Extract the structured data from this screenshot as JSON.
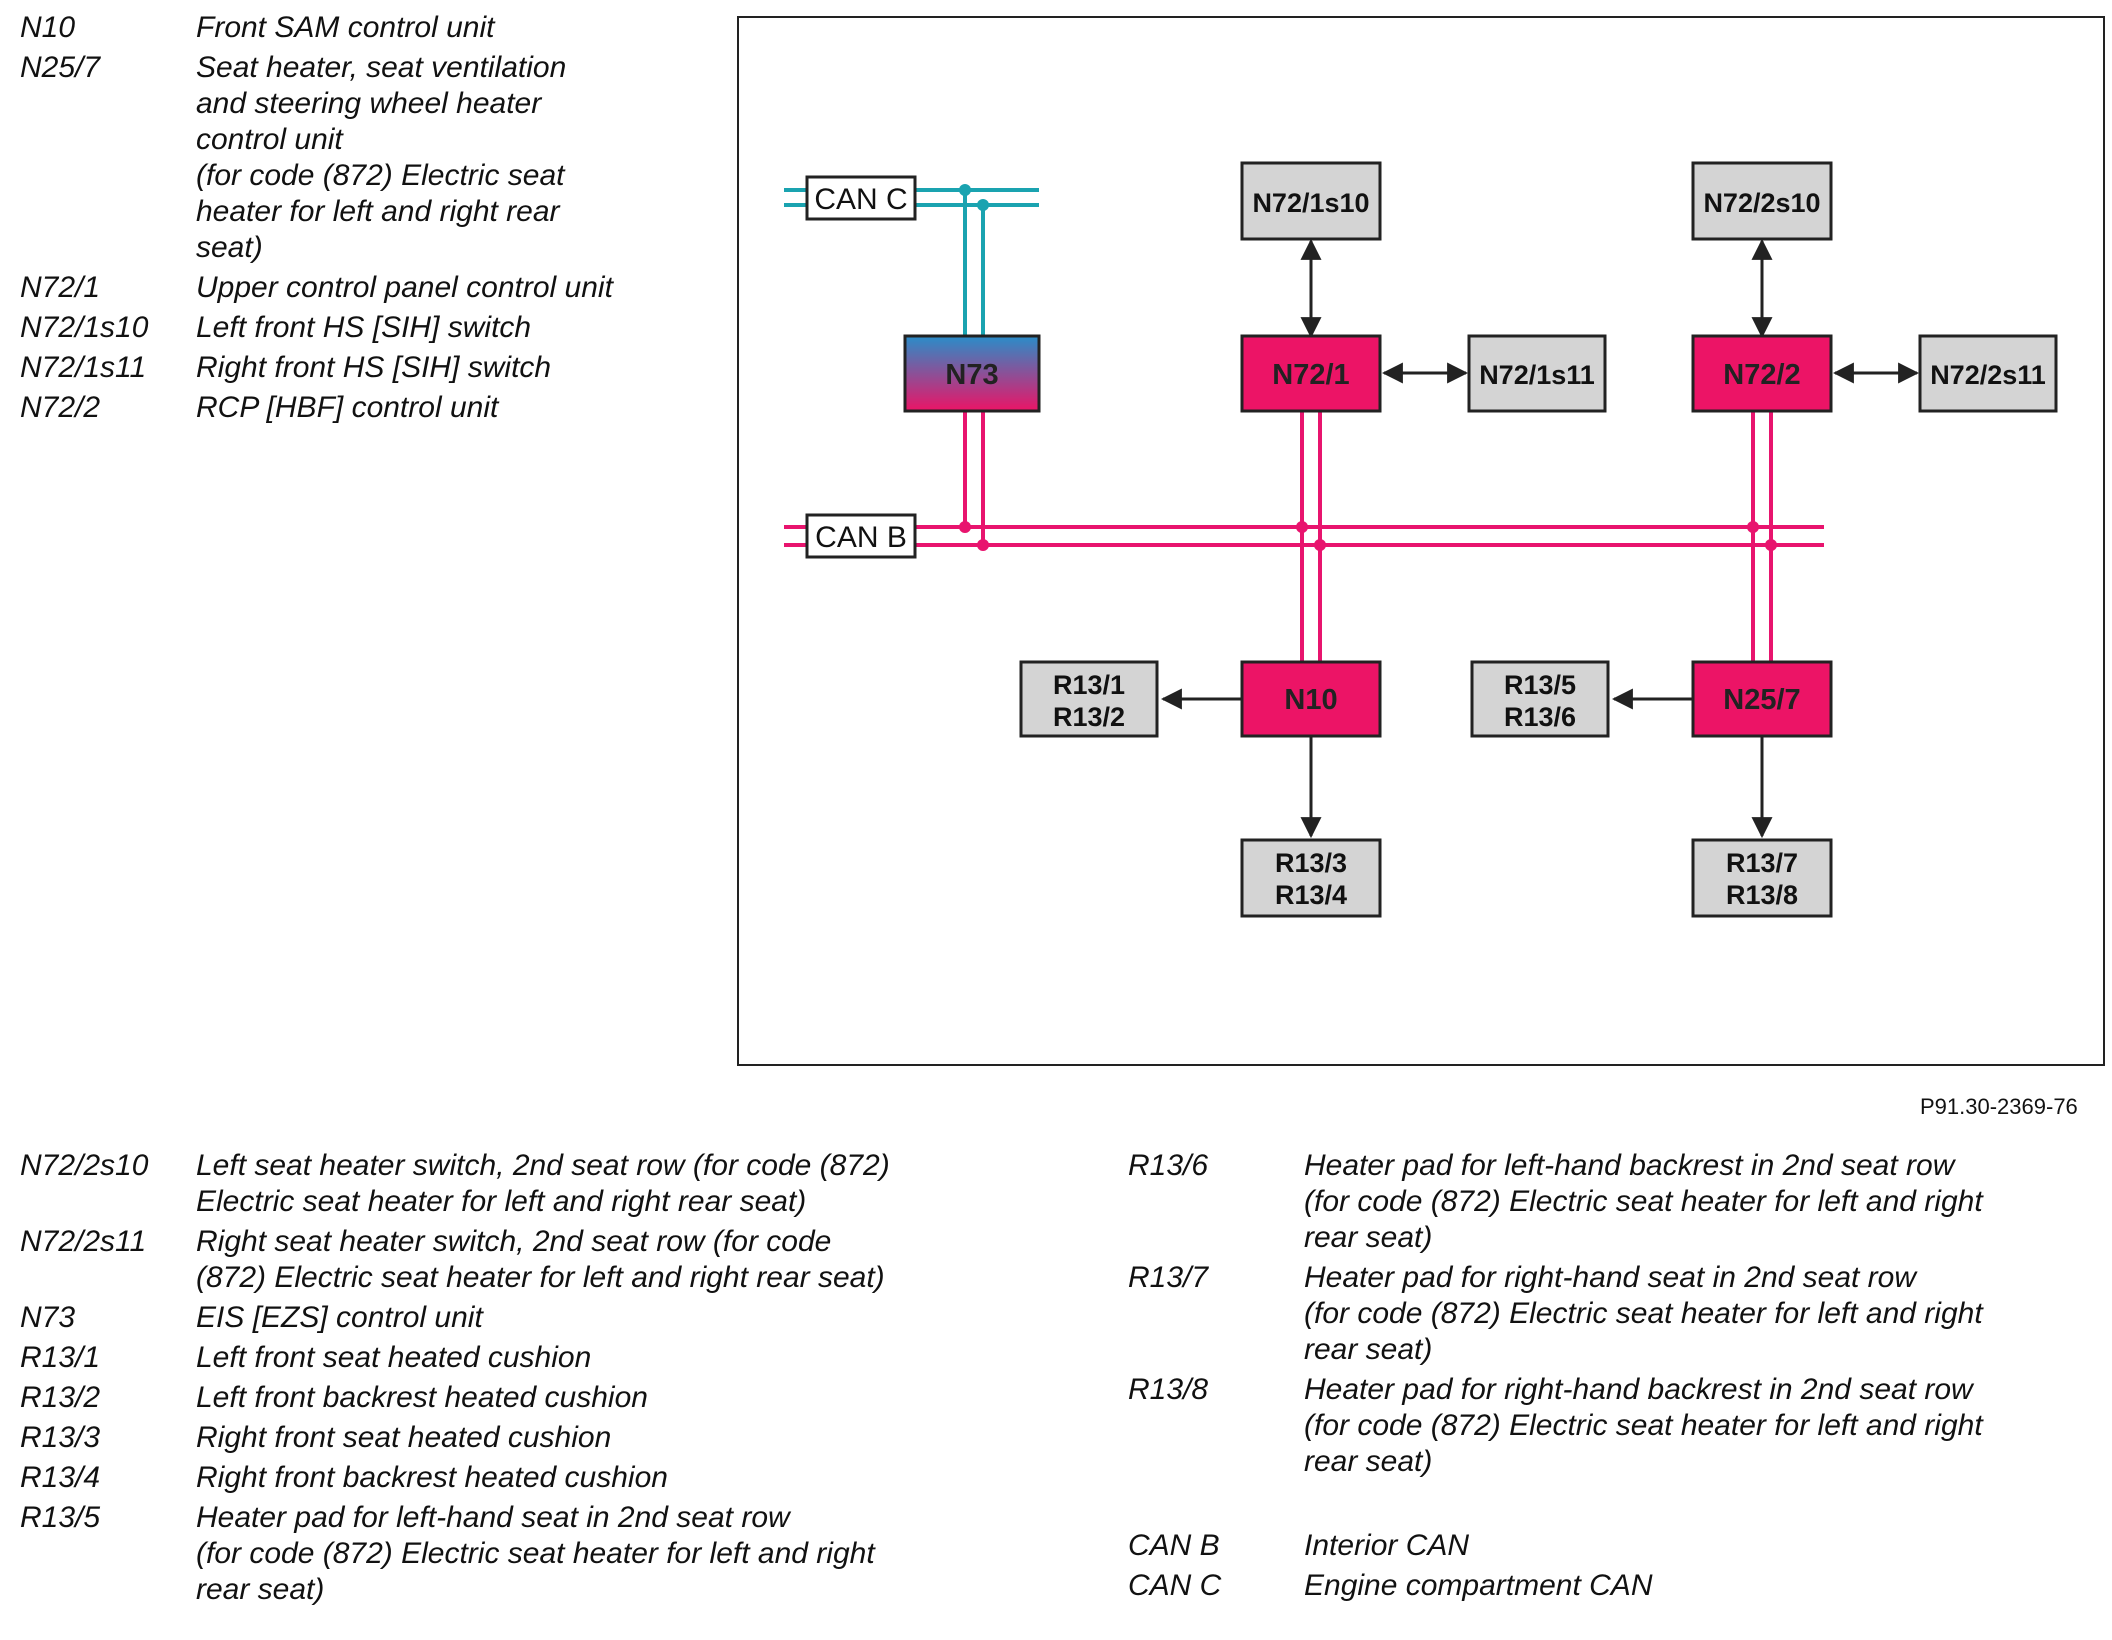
{
  "legend_top": [
    {
      "code": "N10",
      "lines": [
        "Front SAM control unit"
      ]
    },
    {
      "code": "N25/7",
      "lines": [
        "Seat heater, seat ventilation",
        "and steering wheel heater",
        "control unit",
        "(for code (872) Electric seat",
        "heater for left and right rear",
        "seat)"
      ]
    },
    {
      "code": "N72/1",
      "lines": [
        "Upper control panel control unit"
      ]
    },
    {
      "code": "N72/1s10",
      "lines": [
        "Left front HS [SIH] switch"
      ]
    },
    {
      "code": "N72/1s11",
      "lines": [
        "Right front HS [SIH] switch"
      ]
    },
    {
      "code": "N72/2",
      "lines": [
        "RCP [HBF] control unit"
      ]
    }
  ],
  "legend_bottom_left": [
    {
      "code": "N72/2s10",
      "lines": [
        "Left seat heater switch, 2nd seat row (for code (872)",
        "Electric seat heater for left and right rear seat)"
      ]
    },
    {
      "code": "N72/2s11",
      "lines": [
        "Right seat heater switch, 2nd seat row (for code",
        "(872) Electric seat heater for left and right rear seat)"
      ]
    },
    {
      "code": "N73",
      "lines": [
        "EIS [EZS] control unit"
      ]
    },
    {
      "code": "R13/1",
      "lines": [
        "Left front seat heated cushion"
      ]
    },
    {
      "code": "R13/2",
      "lines": [
        "Left front backrest heated cushion"
      ]
    },
    {
      "code": "R13/3",
      "lines": [
        "Right front seat heated cushion"
      ]
    },
    {
      "code": "R13/4",
      "lines": [
        "Right front backrest heated cushion"
      ]
    },
    {
      "code": "R13/5",
      "lines": [
        "Heater pad for left-hand seat in 2nd seat row",
        "(for code (872) Electric seat heater for left and right",
        "rear seat)"
      ]
    }
  ],
  "legend_bottom_right": [
    {
      "code": "R13/6",
      "lines": [
        "Heater pad for left-hand backrest in 2nd seat row",
        "(for code (872) Electric seat heater for left and right",
        "rear seat)"
      ]
    },
    {
      "code": "R13/7",
      "lines": [
        "Heater pad for right-hand seat in 2nd seat row",
        "(for code (872) Electric seat heater for left and right",
        "rear seat)"
      ]
    },
    {
      "code": "R13/8",
      "lines": [
        "Heater pad for right-hand backrest in 2nd seat row",
        "(for code (872) Electric seat heater for left and right",
        "rear seat)"
      ]
    }
  ],
  "legend_can": [
    {
      "code": "CAN B",
      "lines": [
        "Interior CAN"
      ]
    },
    {
      "code": "CAN C",
      "lines": [
        "Engine compartment CAN"
      ]
    }
  ],
  "diagram": {
    "can_c_label": "CAN C",
    "can_b_label": "CAN B",
    "boxes": {
      "n73": "N73",
      "n72_1": "N72/1",
      "n72_2": "N72/2",
      "n72_1s10": "N72/1s10",
      "n72_1s11": "N72/1s11",
      "n72_2s10": "N72/2s10",
      "n72_2s11": "N72/2s11",
      "n10": "N10",
      "n25_7": "N25/7",
      "r13_1_2": [
        "R13/1",
        "R13/2"
      ],
      "r13_3_4": [
        "R13/3",
        "R13/4"
      ],
      "r13_5_6": [
        "R13/5",
        "R13/6"
      ],
      "r13_7_8": [
        "R13/7",
        "R13/8"
      ]
    },
    "colors": {
      "can_b": "#e8146e",
      "can_c": "#1aa3b0",
      "control_unit": "#ec1466",
      "peripheral": "#d4d4d4",
      "n73_gradient_top": "#2a8dc9",
      "n73_gradient_bottom": "#ec1466"
    }
  },
  "figure_ref": "P91.30-2369-76"
}
